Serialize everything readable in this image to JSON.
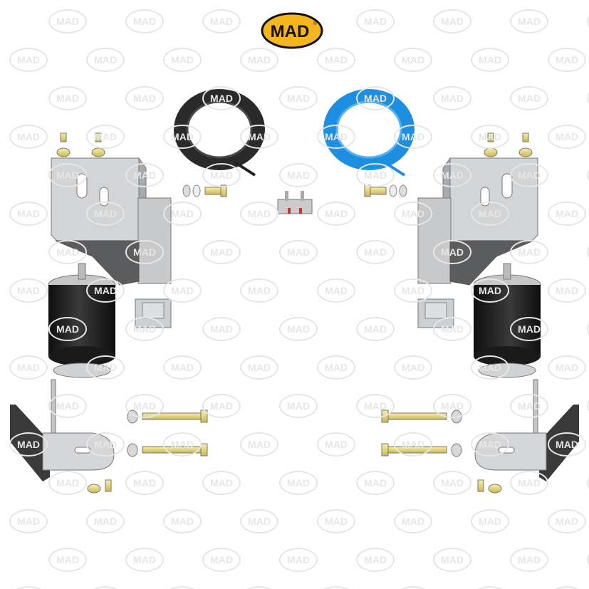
{
  "logo": {
    "text": "MAD",
    "mark": "®",
    "fill": "#f5b51c",
    "outline": "#111111"
  },
  "watermark": {
    "text": "MAD",
    "color": "#e6e6e6"
  },
  "colors": {
    "steel": "#c9cbcd",
    "steel_dark": "#8e9194",
    "bracket_black": "#3a3a3a",
    "air_bag": "#1c1c1c",
    "hose_black": "#222222",
    "hose_blue": "#1e8fe0",
    "brass": "#e8dc8a"
  },
  "parts": [
    "bolt-washer-pair-left",
    "upper-bracket-left",
    "air-spring-left",
    "lower-bracket-left",
    "black-air-hose-coil",
    "blue-air-hose-coil",
    "air-valve-block",
    "upper-bracket-right",
    "air-spring-right",
    "lower-bracket-right",
    "long-bolts"
  ]
}
